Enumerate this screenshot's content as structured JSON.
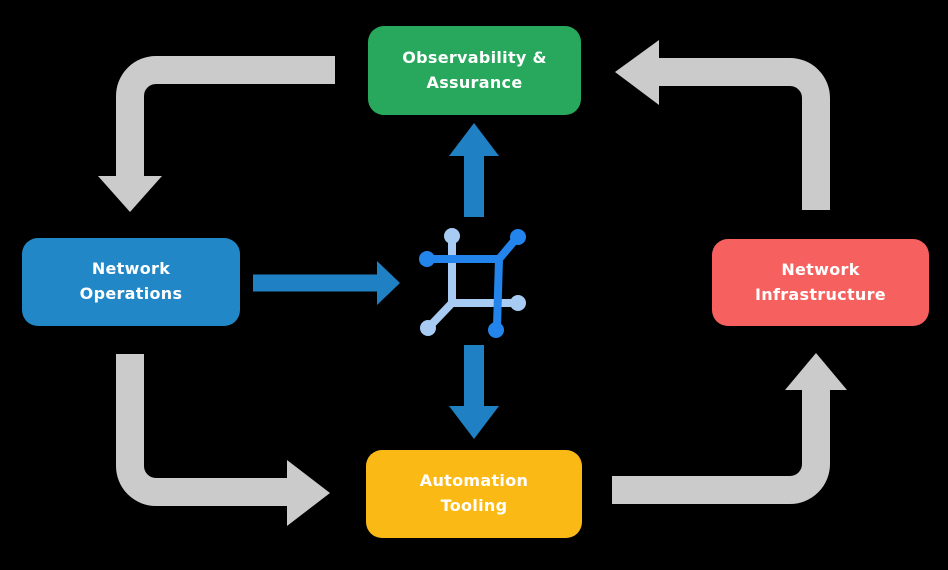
{
  "colors": {
    "background": "#000000",
    "green": "#27A85C",
    "blue": "#2187C6",
    "red": "#F6615F",
    "yellow": "#FBB915",
    "gray_arrow": "#CBCBCB",
    "blue_arrow": "#1F80C3",
    "icon_dark_blue": "#2385EB",
    "icon_light_blue": "#A7CBF3",
    "label_text": "#FFFFFF"
  },
  "nodes": {
    "observability": {
      "label": "Observability &\nAssurance",
      "color": "#27A85C"
    },
    "operations": {
      "label": "Network\nOperations",
      "color": "#2187C6"
    },
    "infrastructure": {
      "label": "Network\nInfrastructure",
      "color": "#F6615F"
    },
    "automation": {
      "label": "Automation\nTooling",
      "color": "#FBB915"
    }
  },
  "center_icon": {
    "name": "network-mesh-icon"
  },
  "arrows": {
    "gray_cycle": [
      {
        "from": "observability",
        "to": "operations",
        "shape": "left-then-down"
      },
      {
        "from": "operations",
        "to": "automation",
        "shape": "down-then-right"
      },
      {
        "from": "automation",
        "to": "infrastructure",
        "shape": "right-then-up"
      },
      {
        "from": "infrastructure",
        "to": "observability",
        "shape": "up-then-left"
      }
    ],
    "blue_straight": [
      {
        "from": "operations",
        "to": "network-mesh-icon",
        "direction": "right"
      },
      {
        "from": "network-mesh-icon",
        "to": "observability",
        "direction": "up"
      },
      {
        "from": "network-mesh-icon",
        "to": "automation",
        "direction": "down"
      }
    ]
  }
}
